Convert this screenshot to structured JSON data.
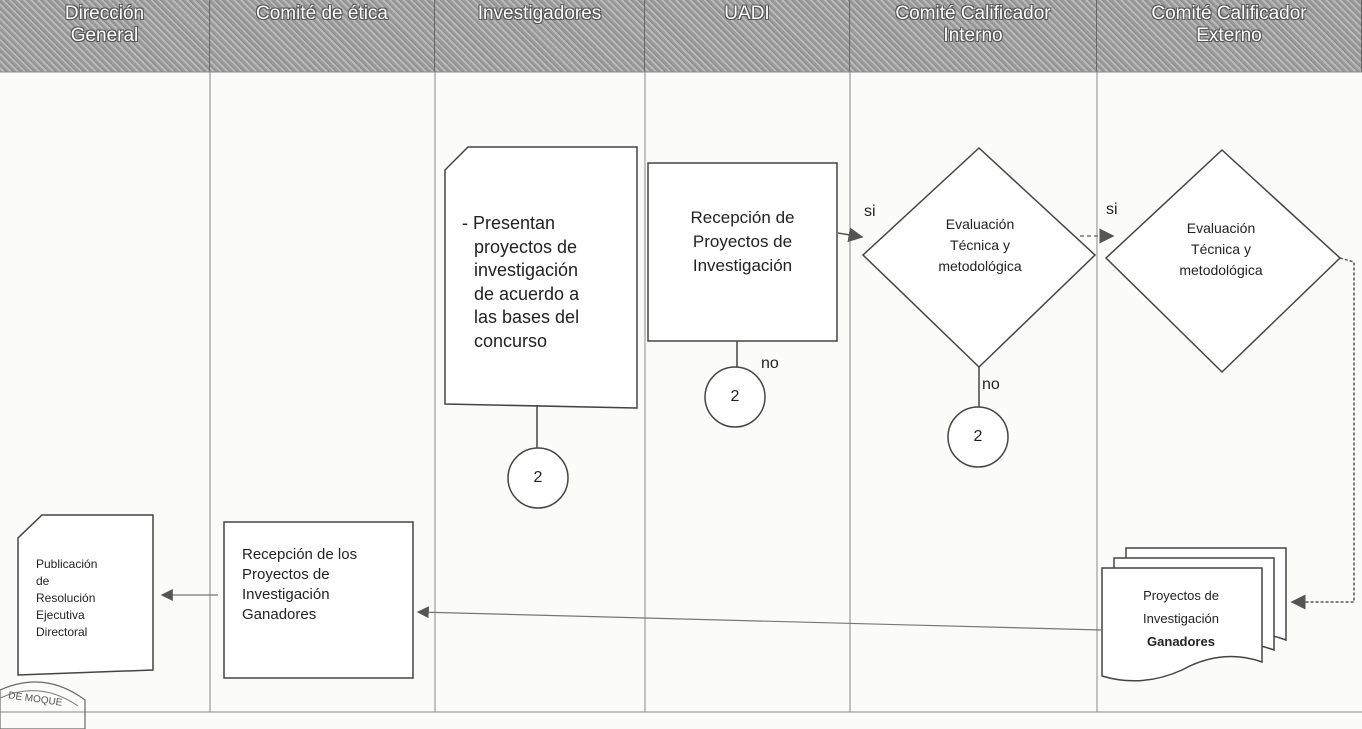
{
  "lanes": [
    {
      "line1": "Dirección",
      "line2": "General"
    },
    {
      "line1": "Comité de ética",
      "line2": ""
    },
    {
      "line1": "Investigadores",
      "line2": ""
    },
    {
      "line1": "UADI",
      "line2": ""
    },
    {
      "line1": "Comité Calificador",
      "line2": "Interno"
    },
    {
      "line1": "Comité Calificador",
      "line2": "Externo"
    }
  ],
  "nodes": {
    "presentan": [
      "- Presentan",
      "proyectos  de",
      "investigación",
      "de acuerdo a",
      "las bases del",
      "concurso"
    ],
    "recepcion_uadi": [
      "Recepción de",
      "Proyectos de",
      "Investigación"
    ],
    "eval_interno": [
      "Evaluación",
      "Técnica y",
      "metodológica"
    ],
    "eval_externo": [
      "Evaluación",
      "Técnica y",
      "metodológica"
    ],
    "ganadores_doc": [
      "Proyectos de",
      "Investigación",
      "Ganadores"
    ],
    "recepcion_etica": [
      "Recepción de los",
      "Proyectos de",
      "Investigación",
      "Ganadores"
    ],
    "publicacion": [
      "Publicación",
      "de",
      "Resolución",
      "Ejecutiva",
      "Directoral"
    ]
  },
  "connectors": {
    "c1": "2",
    "c2": "2",
    "c3": "2"
  },
  "labels": {
    "si_1": "si",
    "si_2": "si",
    "no_1": "no",
    "no_2": "no",
    "seal": "DE MOQUE"
  }
}
